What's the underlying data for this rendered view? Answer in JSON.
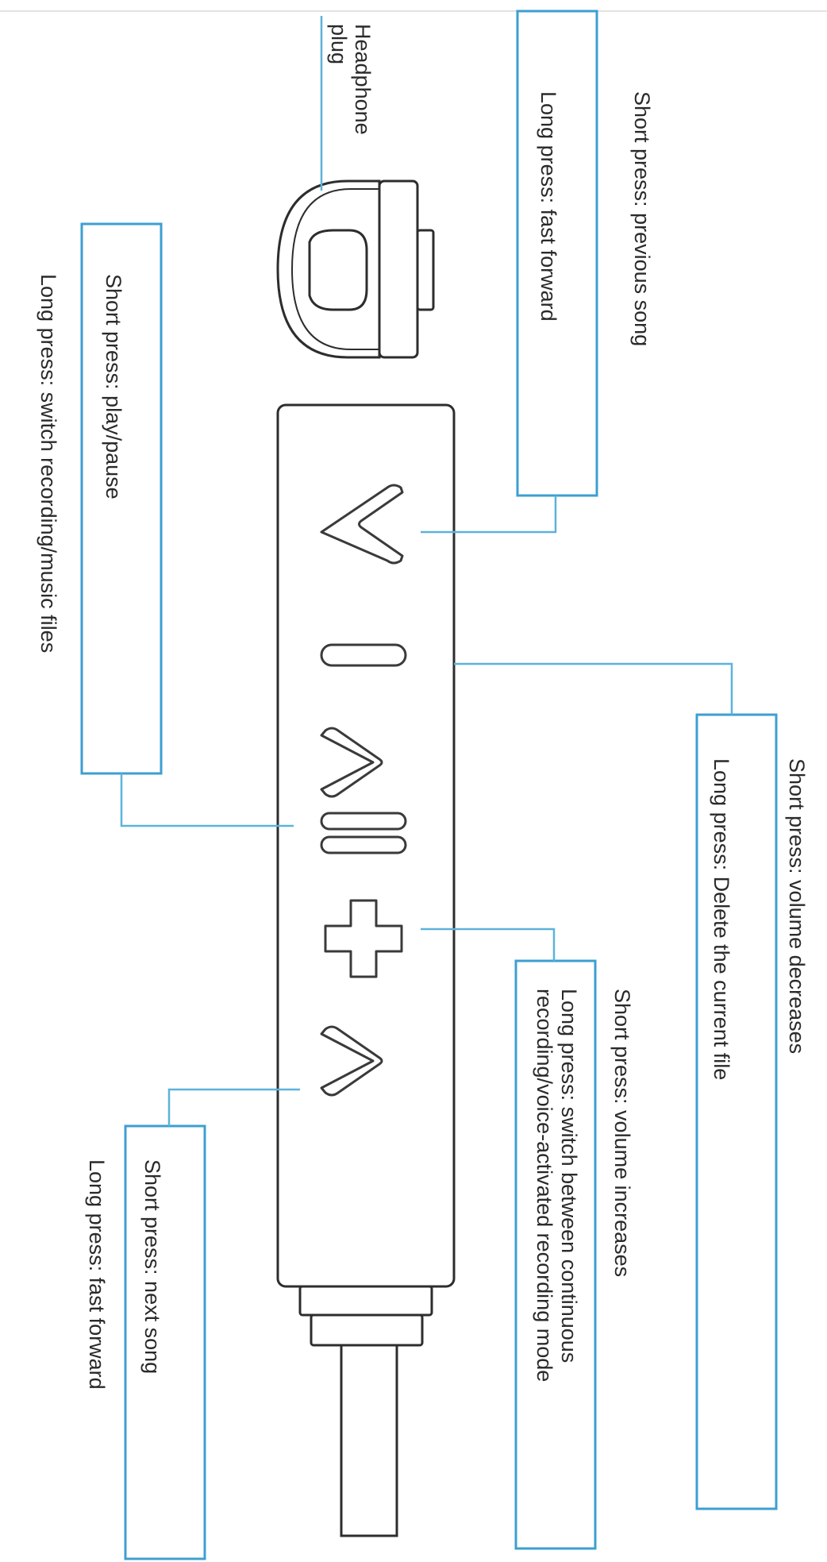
{
  "labels": {
    "headphone_plug_line1": "Headphone",
    "headphone_plug_line2": "plug",
    "prev_short": "Short press: previous song",
    "prev_long": "Long press: fast forward",
    "play_short": "Short press: play/pause",
    "play_long": "Long press: switch recording/music files",
    "voldown_short": "Short press: volume decreases",
    "voldown_long": "Long press: Delete the current file",
    "volup_short": "Short press: volume increases",
    "volup_long_line1": "Long press: switch between continuous",
    "volup_long_line2": "recording/voice-activated recording mode",
    "next_short": "Short press: next song",
    "next_long": "Long press: fast forward"
  },
  "colors": {
    "callout": "#3d9fd1",
    "outline": "#2d2d2d",
    "text": "#2a2a2a"
  },
  "icons": [
    "up-arrow-icon",
    "minus-icon",
    "down-arrow-icon",
    "pause-icon",
    "plus-icon",
    "down-arrow-icon"
  ]
}
